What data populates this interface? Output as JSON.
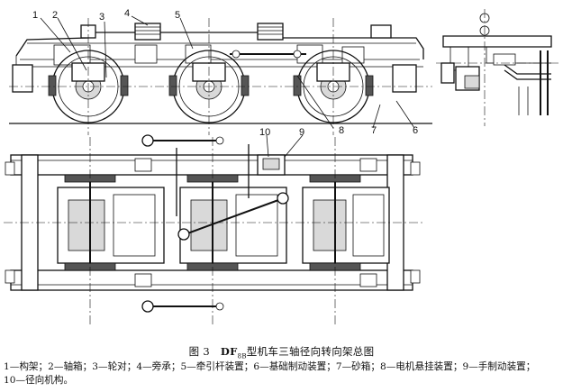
{
  "figure": {
    "callouts_top": [
      "1",
      "2",
      "3",
      "4",
      "5"
    ],
    "callouts_side": [
      "8",
      "7",
      "6"
    ],
    "callouts_plan": [
      "10",
      "9"
    ],
    "caption_number": "图 3",
    "caption_model": "DF",
    "caption_model_sub": "8B",
    "caption_rest": "型机车三轴径向转向架总图",
    "legend_line1": "1—构架；2—轴箱；3—轮对；4—旁承；5—牵引杆装置；6—基础制动装置；7—砂箱；8—电机悬挂装置；9—手制动装置；",
    "legend_line2": "10—径向机构。"
  }
}
